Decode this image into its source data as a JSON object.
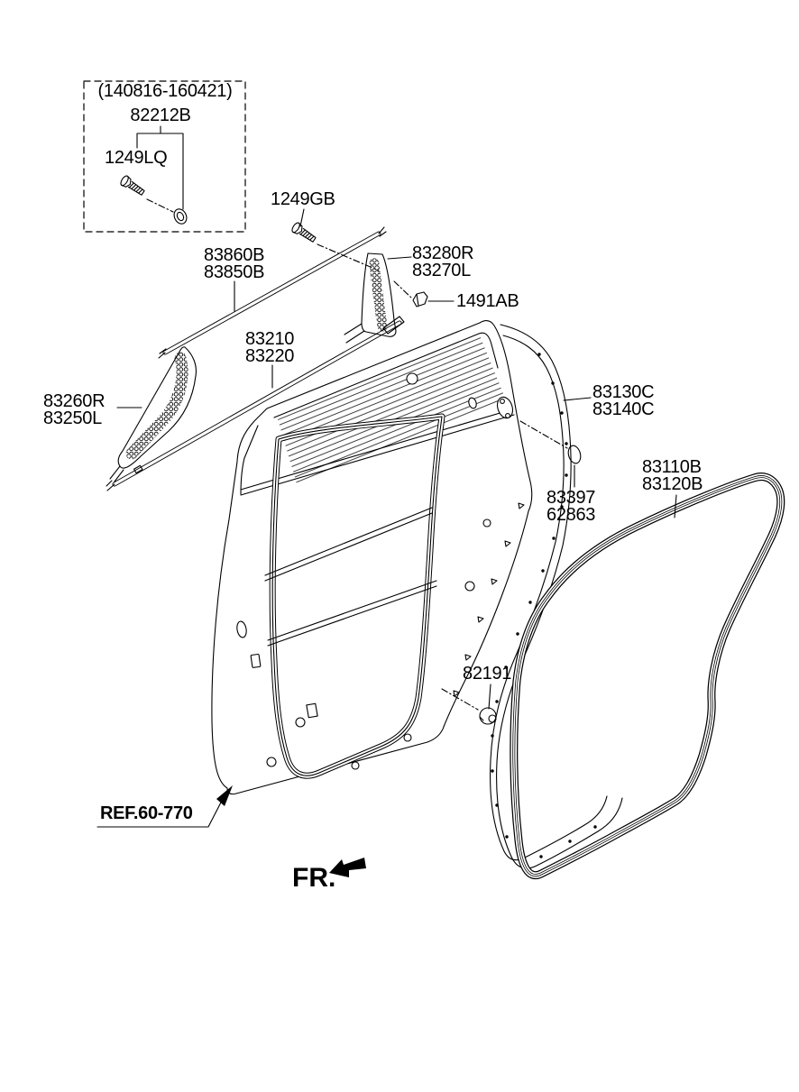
{
  "labels": {
    "date_range": "(140816-160421)",
    "p82212b": "82212B",
    "p1249lq": "1249LQ",
    "p1249gb": "1249GB",
    "p83860b": "83860B",
    "p83850b": "83850B",
    "p83280r": "83280R",
    "p83270l": "83270L",
    "p1491ab": "1491AB",
    "p83210": "83210",
    "p83220": "83220",
    "p83260r": "83260R",
    "p83250l": "83250L",
    "p83130c": "83130C",
    "p83140c": "83140C",
    "p83110b": "83110B",
    "p83120b": "83120B",
    "p83397": "83397",
    "p62863": "62863",
    "p82191": "82191",
    "ref": "REF.60-770",
    "fr": "FR."
  },
  "colors": {
    "line": "#000000",
    "background": "#ffffff"
  },
  "icons": {
    "bolt": "hex-bolt-icon",
    "oring": "o-ring-icon",
    "clip": "retainer-clip-icon",
    "oval_fastener": "oval-fastener-icon",
    "grommet": "grommet-plug-icon",
    "front_arrow": "front-direction-arrow-icon",
    "ref_arrow": "ref-pointer-arrow-icon"
  }
}
